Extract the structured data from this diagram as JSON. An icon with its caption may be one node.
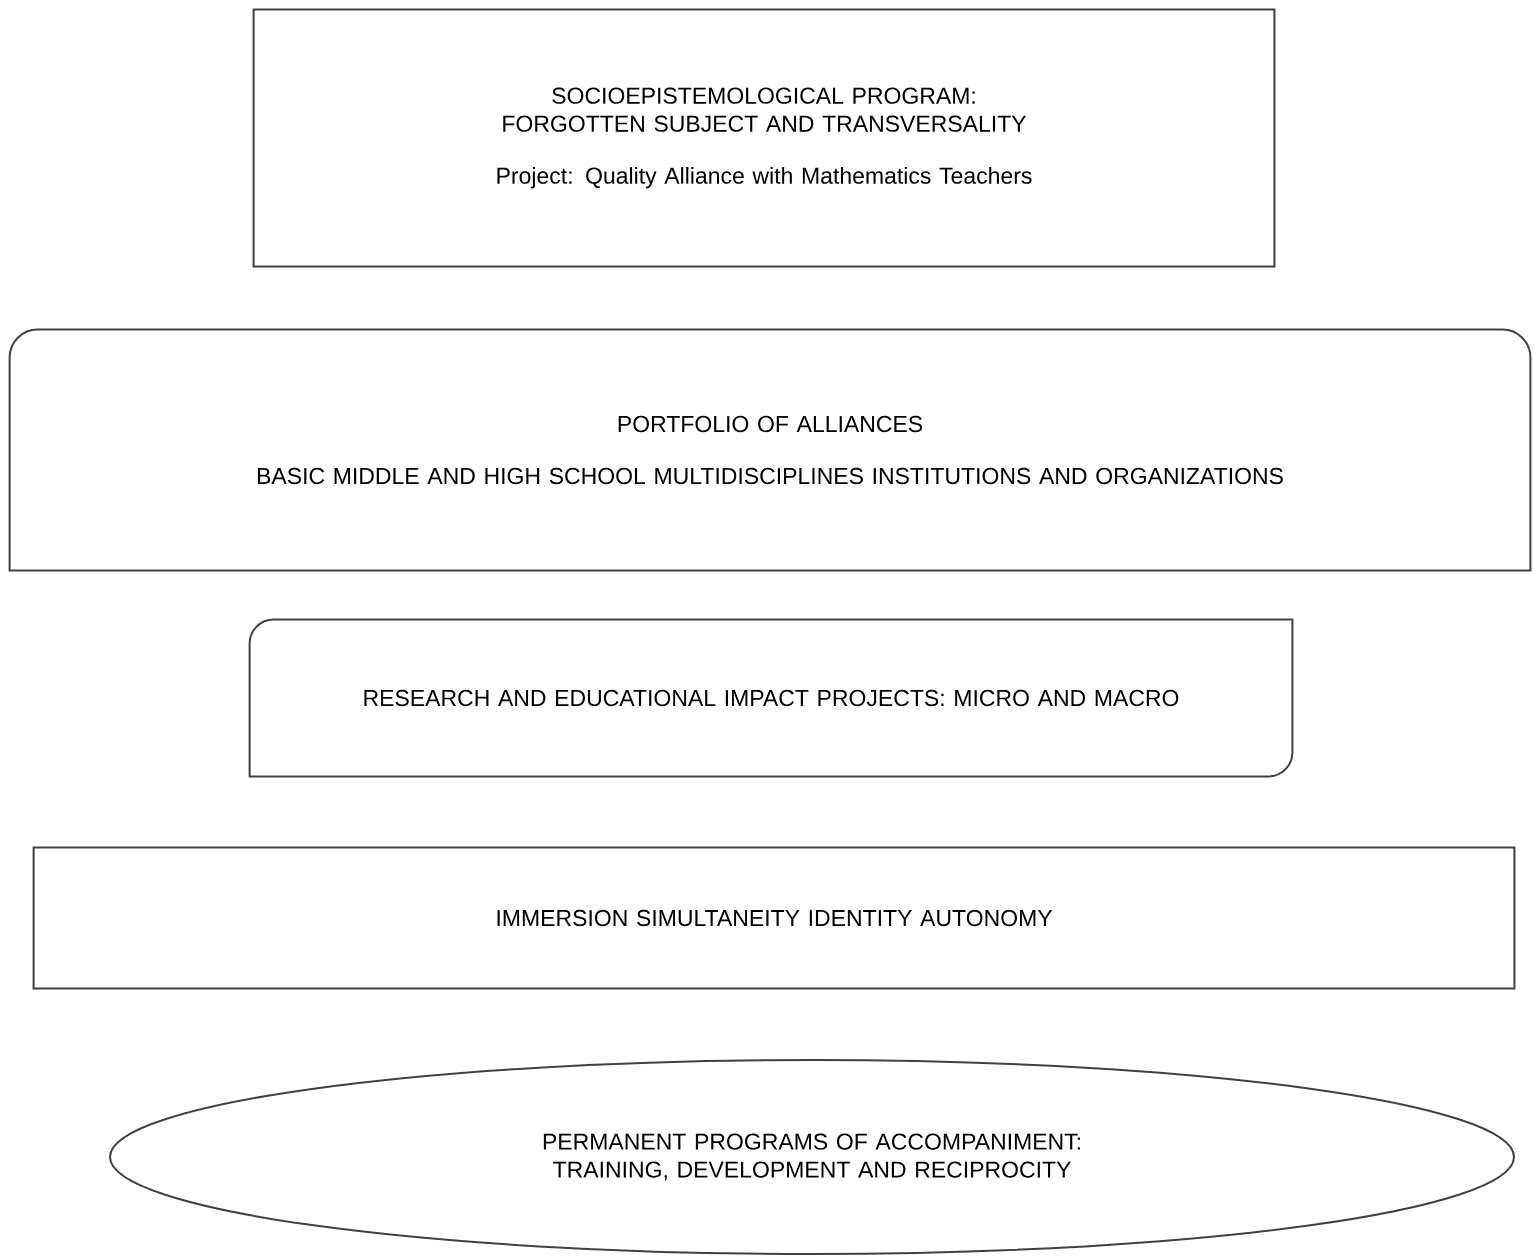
{
  "diagram": {
    "nodes": [
      {
        "text": [
          "SOCIOEPISTEMOLOGICAL PROGRAM: FORGOTTEN SUBJECT AND TRANSVERSALITY",
          "Project: Quality Alliance with Mathematics Teachers"
        ]
      },
      {
        "text": [
          "PORTFOLIO OF ALLIANCES",
          "BASIC MIDDLE AND HIGH SCHOOL MULTIDISCIPLINES INSTITUTIONS AND ORGANIZATIONS"
        ]
      },
      {
        "text": [
          "RESEARCH AND EDUCATIONAL IMPACT PROJECTS: MICRO AND MACRO"
        ]
      },
      {
        "text": [
          "IMMERSION SIMULTANEITY IDENTITY AUTONOMY"
        ]
      },
      {
        "text": [
          "PERMANENT PROGRAMS OF ACCOMPANIMENT: TRAINING, DEVELOPMENT AND RECIPROCITY"
        ]
      }
    ]
  }
}
